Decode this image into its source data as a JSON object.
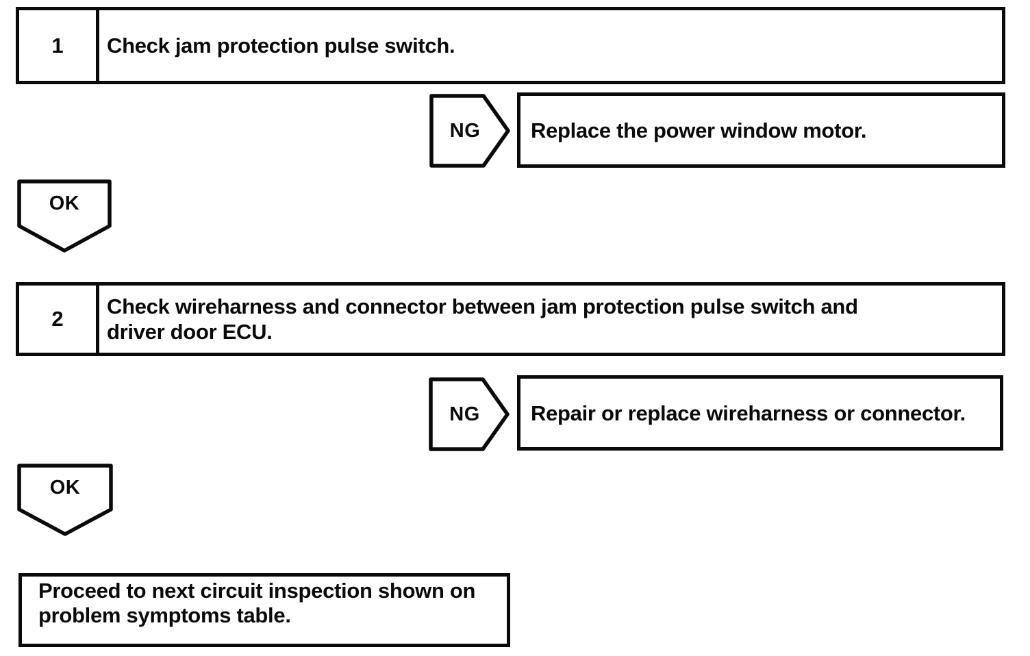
{
  "page": {
    "background_color": "#ffffff",
    "ink_color": "#0a0a0a"
  },
  "flowchart": {
    "steps": [
      {
        "number": "1",
        "instruction": "Check jam protection pulse switch.",
        "ng": {
          "label": "NG",
          "action": "Replace the power window motor."
        },
        "ok": {
          "label": "OK"
        }
      },
      {
        "number": "2",
        "instruction": "Check wireharness and connector between jam protection pulse switch and\ndriver door ECU.",
        "ng": {
          "label": "NG",
          "action": "Repair or replace wireharness or connector."
        },
        "ok": {
          "label": "OK"
        }
      }
    ],
    "final_action": "Proceed to next circuit inspection shown on\nproblem symptoms table."
  }
}
